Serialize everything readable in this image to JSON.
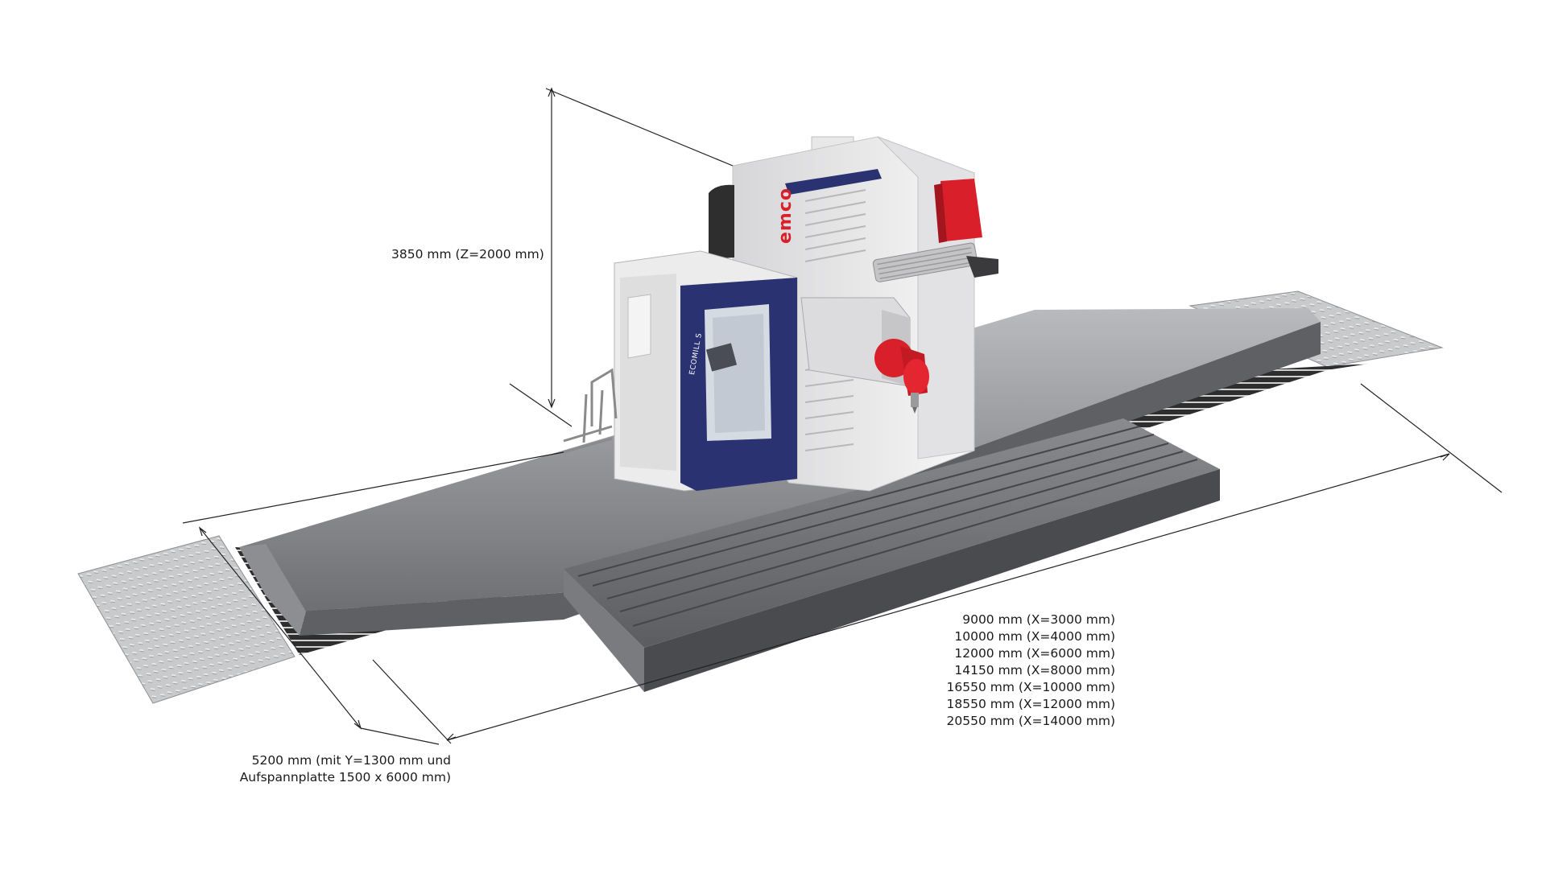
{
  "brand": {
    "logo_text": "emco",
    "model_text": "ECOMILL S"
  },
  "dimensions": {
    "height": "3850 mm (Z=2000 mm)",
    "length": [
      "9000 mm (X=3000 mm)",
      "10000 mm (X=4000 mm)",
      "12000 mm (X=6000 mm)",
      "14150 mm (X=8000 mm)",
      "16550 mm (X=10000 mm)",
      "18550 mm (X=12000 mm)",
      "20550 mm (X=14000 mm)"
    ],
    "width": [
      "5200 mm (mit Y=1300 mm und",
      "Aufspannplatte 1500 x 6000 mm)"
    ]
  },
  "colors": {
    "machine_body": "#efefef",
    "cabin_frame": "#2a3272",
    "spindle_head": "#d9202a",
    "bed_dark": "#6b6b6b",
    "bed_light": "#a9a9ab",
    "plate": "#c9cacc",
    "dimension_line": "#222222"
  }
}
